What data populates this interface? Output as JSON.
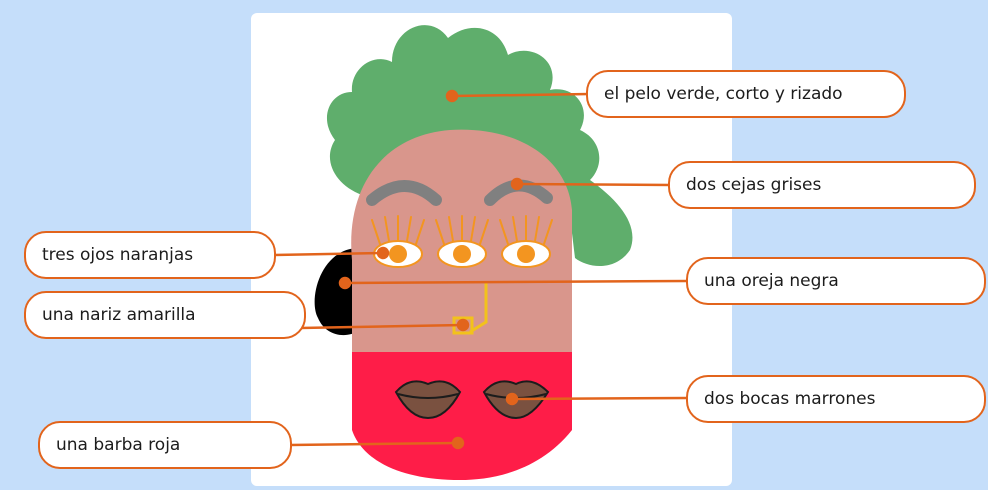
{
  "labels": {
    "pelo": "el pelo verde, corto y rizado",
    "cejas": "dos cejas grises",
    "ojos": "tres ojos naranjas",
    "oreja": "una oreja negra",
    "nariz": "una nariz amarilla",
    "bocas": "dos bocas marrones",
    "barba": "una barba roja"
  },
  "colors": {
    "background": "#c5defa",
    "hair": "#5fae6c",
    "face": "#d9968c",
    "beard": "#fe1d48",
    "ear": "#000000",
    "eyebrows": "#808080",
    "eyes": "#f39520",
    "nose": "#f2c21b",
    "mouths": "#7a5140",
    "connector": "#e2641c"
  }
}
